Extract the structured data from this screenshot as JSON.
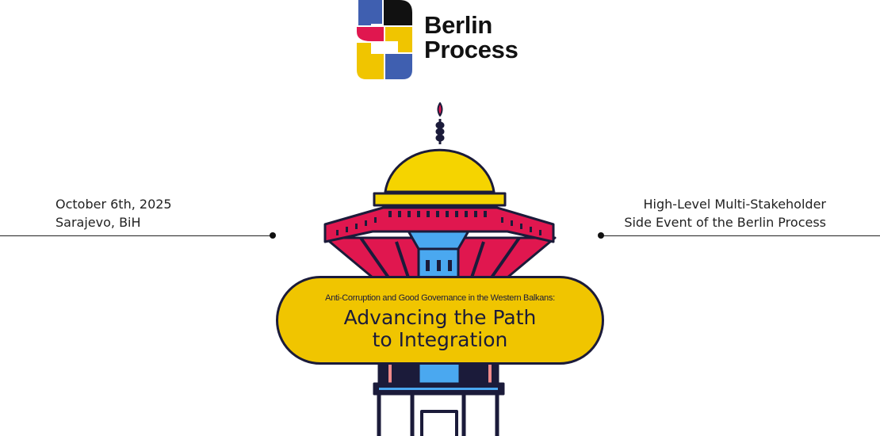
{
  "logo": {
    "line1": "Berlin",
    "line2": "Process"
  },
  "event": {
    "date": "October 6th, 2025",
    "location": "Sarajevo, BiH"
  },
  "description": {
    "line1": "High-Level Multi-Stakeholder",
    "line2": "Side Event of the Berlin Process"
  },
  "banner": {
    "subtitle": "Anti-Corruption and Good Governance in the Western Balkans:",
    "title_line1": "Advancing the Path",
    "title_line2": "to Integration"
  },
  "colors": {
    "navy": "#1b1b3a",
    "red": "#e0174f",
    "yellow": "#f5d400",
    "blue": "#4aa8f0",
    "logo_blue": "#3f5fb0"
  }
}
